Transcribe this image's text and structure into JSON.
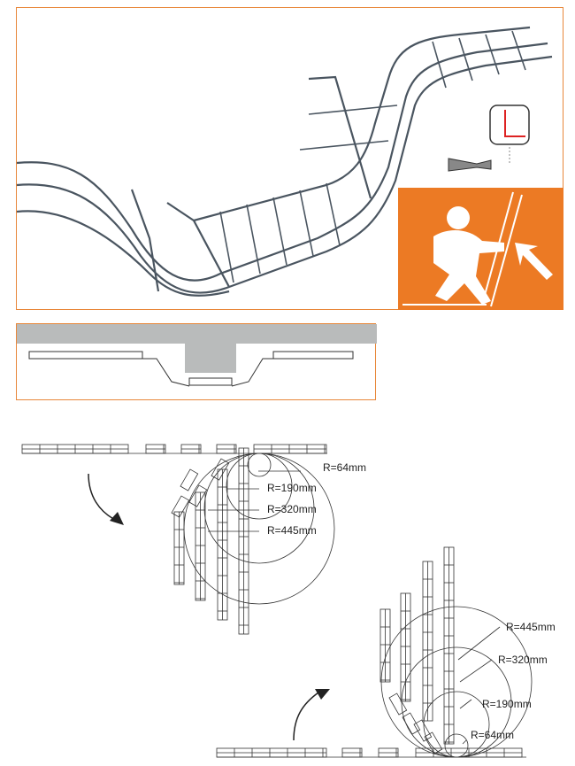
{
  "colors": {
    "accent": "#ec7a24",
    "line": "#333333",
    "wire": "#4a5560",
    "band": "#b9bbbb"
  },
  "icons": {
    "person": "person-lifting-tray-icon",
    "cutter": "bolt-cutter-icon",
    "cut_detail": "cut-wire-detail-icon",
    "push_arrow": "push-arrow-icon",
    "rotate_cw": "curved-arrow-down-icon",
    "rotate_ccw": "curved-arrow-up-icon"
  },
  "diagram_down": {
    "labels": [
      "R=64mm",
      "R=190mm",
      "R=320mm",
      "R=445mm"
    ]
  },
  "diagram_up": {
    "labels": [
      "R=445mm",
      "R=320mm",
      "R=190mm",
      "R=64mm"
    ]
  }
}
